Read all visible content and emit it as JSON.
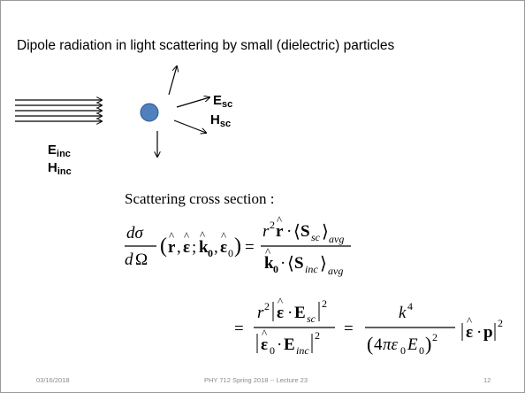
{
  "slide": {
    "title": "Dipole radiation in light scattering by small (dielectric) particles",
    "labels": {
      "e_sc": "E",
      "e_sc_sub": "sc",
      "h_sc": "H",
      "h_sc_sub": "sc",
      "e_inc": "E",
      "e_inc_sub": "inc",
      "h_inc": "H",
      "h_inc_sub": "inc"
    },
    "heading": "Scattering cross section :",
    "colors": {
      "particle_fill": "#4f81bd",
      "particle_stroke": "#2f5597"
    },
    "footer": {
      "date": "03/16/2018",
      "course": "PHY 712  Spring 2018 -- Lecture 23",
      "page": "12"
    }
  }
}
